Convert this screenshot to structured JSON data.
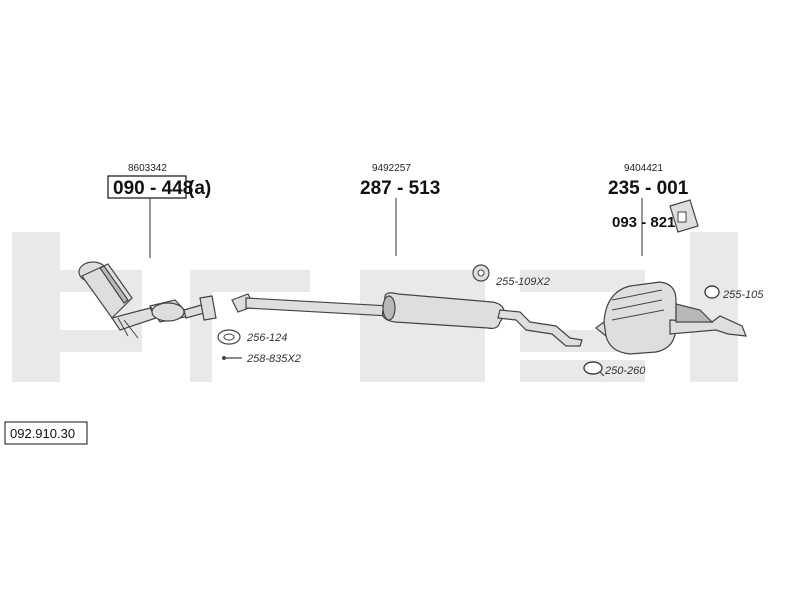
{
  "diagram_ref": "092.910.30",
  "parts": [
    {
      "oem": "8603342",
      "number": "090 - 448",
      "suffix": "(a)"
    },
    {
      "oem": "9492257",
      "number": "287 - 513"
    },
    {
      "oem": "9404421",
      "number": "235 - 001"
    }
  ],
  "mount_part": "093 - 821",
  "small_parts": [
    {
      "label": "256-124",
      "icon": "gasket-icon"
    },
    {
      "label": "258-835X2",
      "icon": "bolt-icon"
    },
    {
      "label": "255-109X2",
      "icon": "rubber-mount-icon"
    },
    {
      "label": "255-105",
      "icon": "rubber-ring-icon"
    },
    {
      "label": "250-260",
      "icon": "clamp-icon"
    }
  ]
}
